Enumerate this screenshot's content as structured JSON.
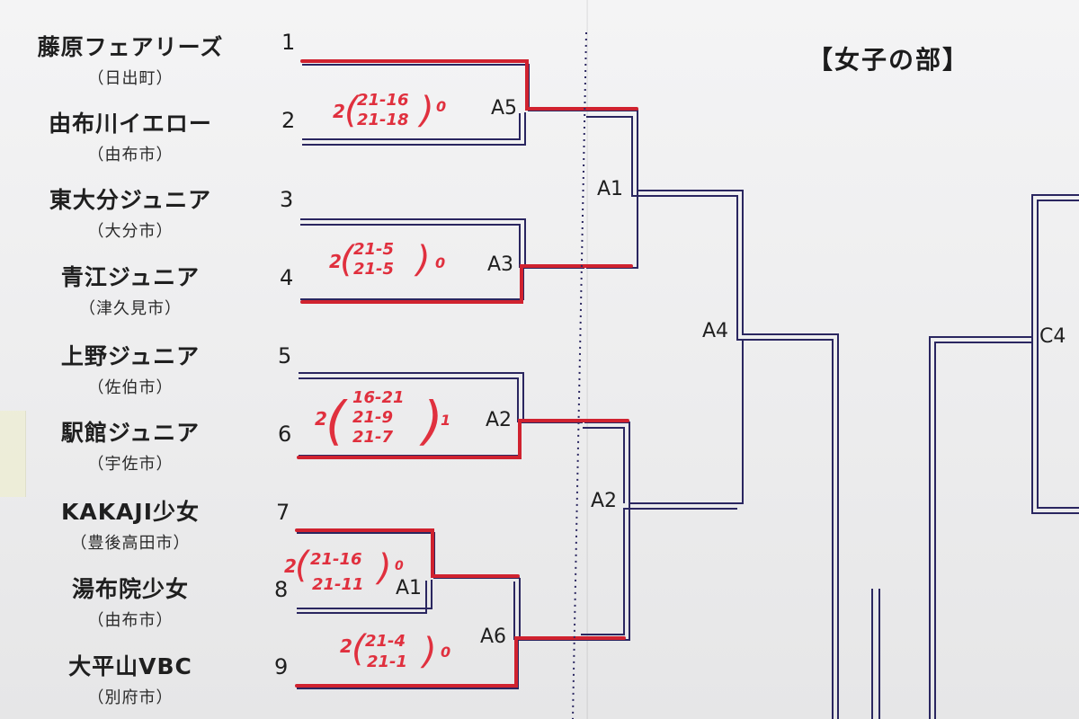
{
  "title": "【女子の部】",
  "teams": [
    {
      "seed": "1",
      "name": "藤原フェアリーズ",
      "city": "（日出町）"
    },
    {
      "seed": "2",
      "name": "由布川イエロー",
      "city": "（由布市）"
    },
    {
      "seed": "3",
      "name": "東大分ジュニア",
      "city": "（大分市）"
    },
    {
      "seed": "4",
      "name": "青江ジュニア",
      "city": "（津久見市）"
    },
    {
      "seed": "5",
      "name": "上野ジュニア",
      "city": "（佐伯市）"
    },
    {
      "seed": "6",
      "name": "駅館ジュニア",
      "city": "（宇佐市）"
    },
    {
      "seed": "7",
      "name": "KAKAJI少女",
      "city": "（豊後高田市）"
    },
    {
      "seed": "8",
      "name": "湯布院少女",
      "city": "（由布市）"
    },
    {
      "seed": "9",
      "name": "大平山VBC",
      "city": "（別府市）"
    }
  ],
  "match_labels": {
    "a5": "A5",
    "a3": "A3",
    "a2_left": "A2",
    "a1_left": "A1",
    "a6": "A6",
    "a1_right": "A1",
    "a2_right": "A2",
    "a4": "A4",
    "c4": "C4"
  },
  "scores": {
    "m12": {
      "won": "2",
      "lost": "0",
      "sets": [
        "21-16",
        "21-18"
      ]
    },
    "m34": {
      "won": "2",
      "lost": "0",
      "sets": [
        "21-5",
        "21-5"
      ]
    },
    "m56": {
      "won": "2",
      "lost": "1",
      "sets": [
        "16-21",
        "21-9",
        "21-7"
      ]
    },
    "m78": {
      "won": "2",
      "lost": "0",
      "sets": [
        "21-16",
        "21-11"
      ]
    },
    "m9": {
      "won": "2",
      "lost": "0",
      "sets": [
        "21-4",
        "21-1"
      ]
    }
  },
  "colors": {
    "ink": "#2a2660",
    "winner": "#d0222f",
    "pen": "#e0303e"
  }
}
